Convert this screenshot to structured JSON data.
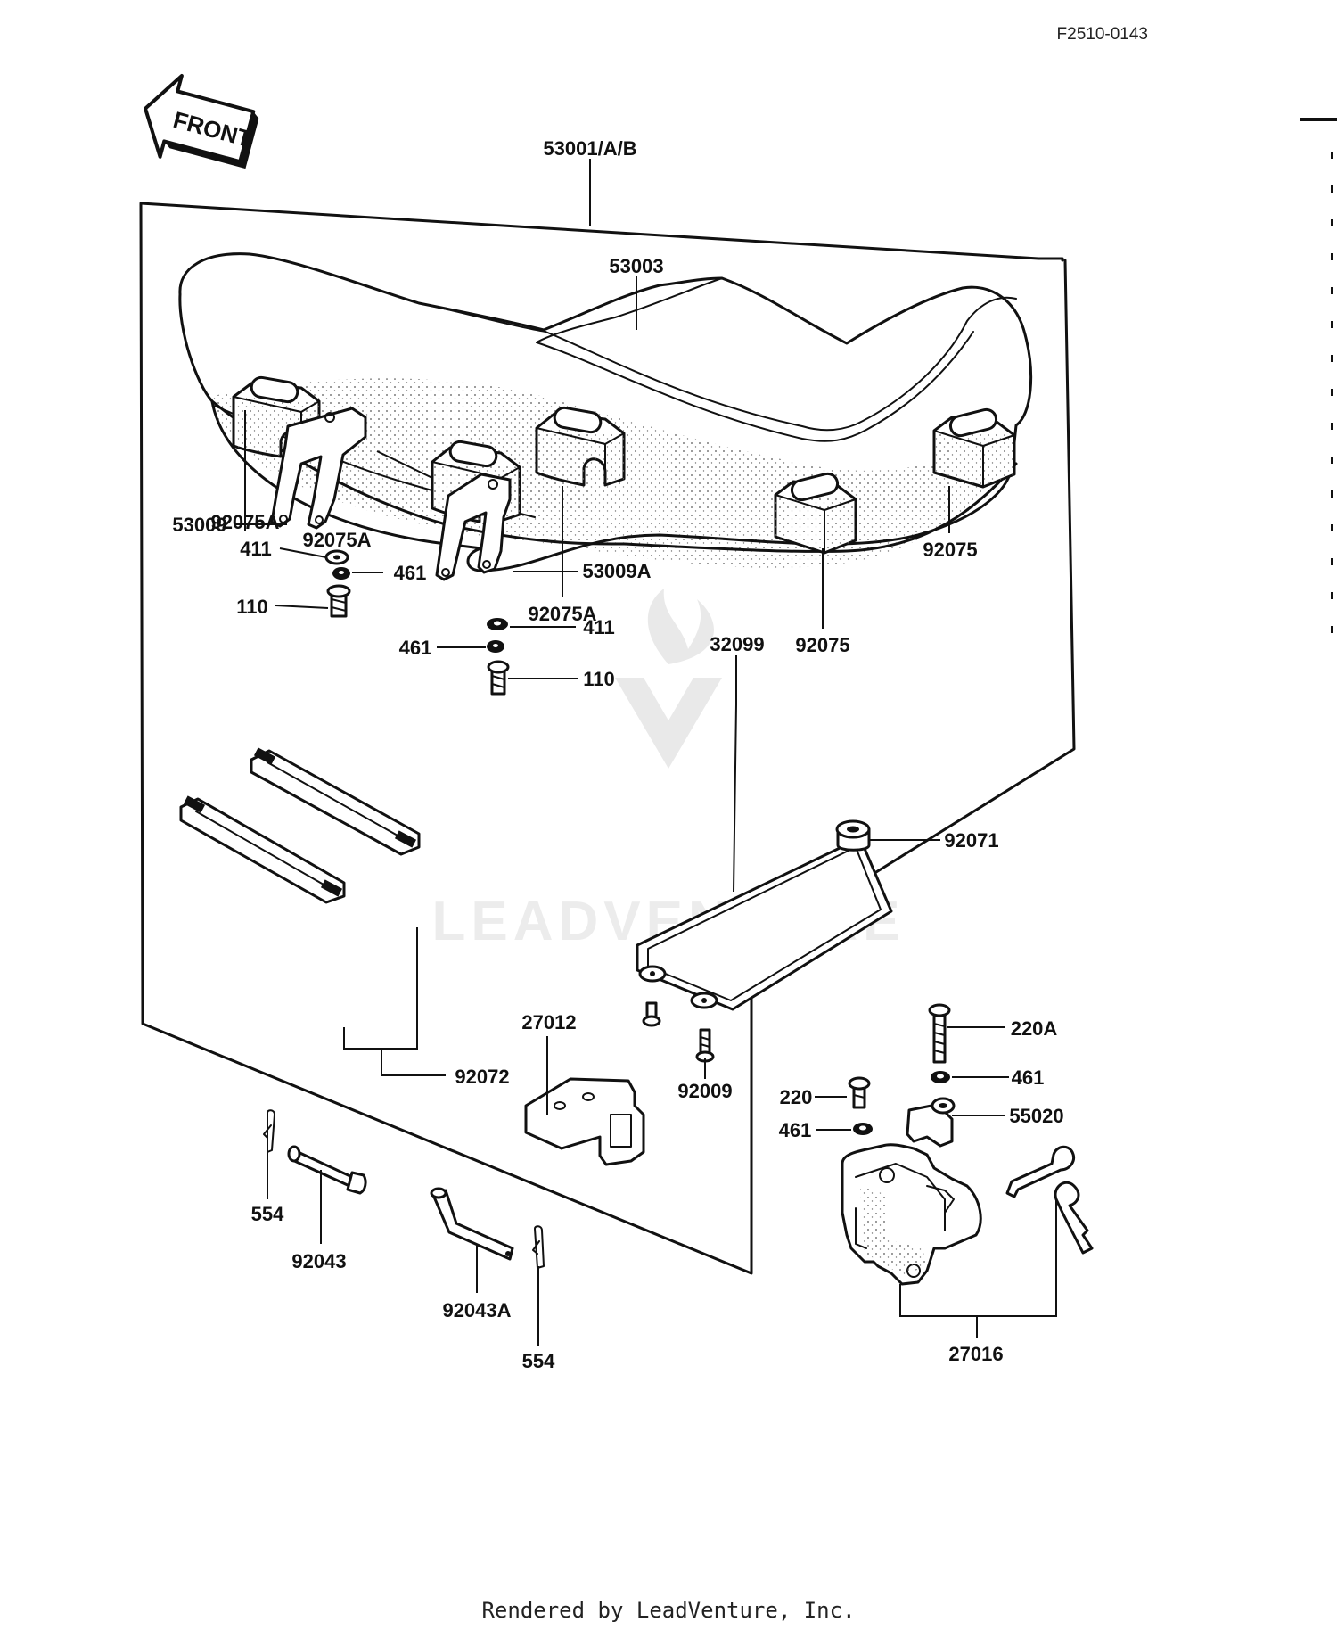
{
  "document_code": "F2510-0143",
  "front_label": "FRONT",
  "footer": "Rendered by LeadVenture, Inc.",
  "watermark": "LEADVENTURE",
  "parts": {
    "seat_assembly": "53001/A/B",
    "seat_cover": "53003",
    "damper_a_left": "92075A",
    "damper_a_mid": "92075A",
    "damper_a_center": "92075A",
    "damper_right_low": "92075",
    "damper_right_high": "92075",
    "bracket_left": "53009",
    "bracket_right": "53009A",
    "washer_left": "411",
    "lockwasher_left": "461",
    "bolt_left": "110",
    "washer_mid": "411",
    "lockwasher_mid": "461",
    "bolt_mid": "110",
    "tray": "32099",
    "damper_92071": "92071",
    "bands": "92072",
    "hook": "27012",
    "screw_92009": "92009",
    "screw_220a": "220A",
    "lockwasher_220a": "461",
    "screw_220": "220",
    "lockwasher_220": "461",
    "holder": "55020",
    "cotter_left": "554",
    "pin_92043": "92043",
    "pin_92043a": "92043A",
    "cotter_right": "554",
    "lock_set": "27016"
  }
}
